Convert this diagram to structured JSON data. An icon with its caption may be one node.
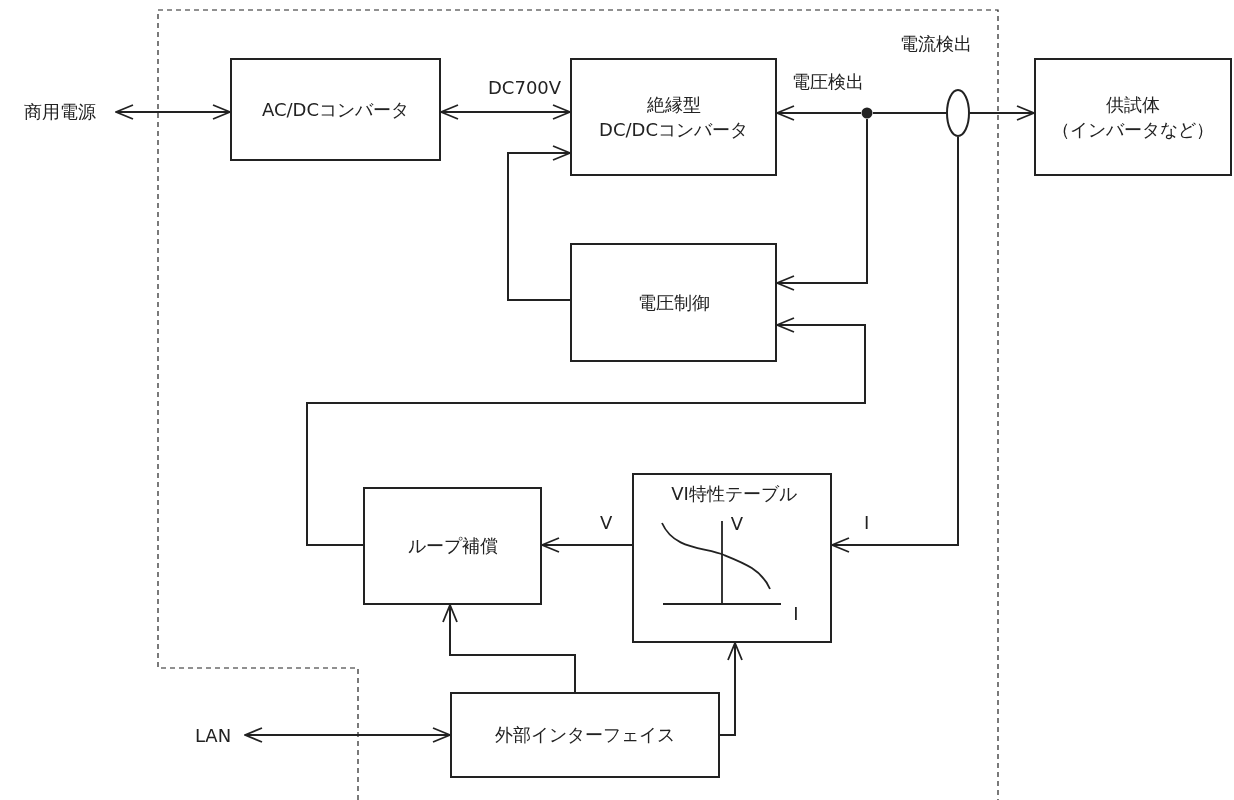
{
  "diagram": {
    "nodes": [
      {
        "text": [
          "商用電源"
        ]
      },
      {
        "text": [
          "AC/DCコンバータ"
        ]
      },
      {
        "text": [
          "絶縁型 DC/DCコンバータ"
        ]
      },
      {
        "text": [
          "供試体（インバータなど）"
        ]
      },
      {
        "text": [
          "電圧制御"
        ]
      },
      {
        "text": [
          "ループ補償"
        ]
      },
      {
        "text": [
          "VI特性テーブル",
          "V",
          "I"
        ]
      },
      {
        "text": [
          "外部インターフェイス"
        ]
      },
      {
        "text": [
          "LAN"
        ]
      },
      {
        "text": [],
        "shape": "circle",
        "beside": [
          "電圧検出"
        ]
      },
      {
        "text": [],
        "shape": "ellipse",
        "beside": [
          "電流検出"
        ]
      }
    ],
    "edges": [
      {
        "from": 0,
        "to": 1,
        "arrow": "both"
      },
      {
        "from": 1,
        "to": 2,
        "arrow": "both",
        "label": "DC700V"
      },
      {
        "from": 9,
        "to": 2,
        "arrow": "to"
      },
      {
        "from": 9,
        "to": 10,
        "arrow": "none"
      },
      {
        "from": 10,
        "to": 3,
        "arrow": "to"
      },
      {
        "from": 9,
        "to": 4,
        "arrow": "to"
      },
      {
        "from": 4,
        "to": 2,
        "arrow": "to"
      },
      {
        "from": 5,
        "to": 4,
        "arrow": "to"
      },
      {
        "from": 10,
        "to": 6,
        "arrow": "to",
        "label": "I"
      },
      {
        "from": 6,
        "to": 5,
        "arrow": "to",
        "label": "V"
      },
      {
        "from": 7,
        "to": 5,
        "arrow": "to"
      },
      {
        "from": 7,
        "to": 6,
        "arrow": "to"
      },
      {
        "from": 8,
        "to": 7,
        "arrow": "both"
      }
    ]
  }
}
